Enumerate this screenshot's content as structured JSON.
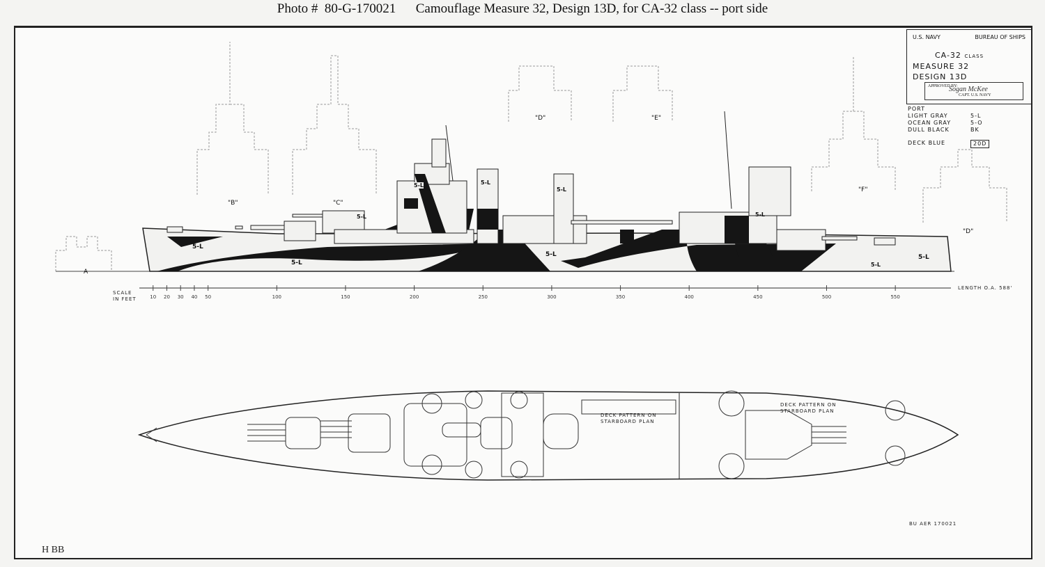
{
  "caption": "Photo #  80-G-170021      Camouflage Measure 32, Design 13D, for CA-32 class -- port side",
  "title_block": {
    "left": "U.S. NAVY",
    "right": "BUREAU OF SHIPS",
    "class_num": "CA-32",
    "class_word": "CLASS",
    "measure": "MEASURE  32",
    "design": "DESIGN   13D",
    "approved_by": "APPROVED BY:",
    "approver_title": "CAPT. U.S. NAVY",
    "signature": "Sogan McKee"
  },
  "legend": {
    "heading": "PORT",
    "items": [
      {
        "name": "LIGHT GRAY",
        "code": "5-L"
      },
      {
        "name": "OCEAN GRAY",
        "code": "5-O"
      },
      {
        "name": "DULL BLACK",
        "code": "BK"
      }
    ],
    "deck": {
      "name": "DECK BLUE",
      "code": "20D"
    }
  },
  "colors": {
    "dull_black": "#151515",
    "light_gray": "#f2f2f0",
    "ink": "#222222"
  },
  "section_labels": [
    "\"B\"",
    "\"C\"",
    "\"D\"",
    "\"E\"",
    "\"F\"",
    "\"D\"",
    "A"
  ],
  "paint_labels": [
    "5-L",
    "5-L",
    "5-L",
    "5-L",
    "5-L",
    "5-L",
    "5-L",
    "5-L",
    "5-L",
    "5-L"
  ],
  "scale": {
    "label_line1": "SCALE",
    "label_line2": "IN FEET",
    "ticks": [
      10,
      20,
      30,
      40,
      50,
      100,
      150,
      200,
      250,
      300,
      350,
      400,
      450,
      500,
      550
    ],
    "length_note": "LENGTH O.A. 588'"
  },
  "plan_notes": [
    {
      "line1": "DECK PATTERN ON",
      "line2": "STARBOARD PLAN"
    },
    {
      "line1": "DECK PATTERN ON",
      "line2": "STARBOARD PLAN"
    }
  ],
  "bu_aer": "BU AER  170021",
  "initials": "H BB"
}
